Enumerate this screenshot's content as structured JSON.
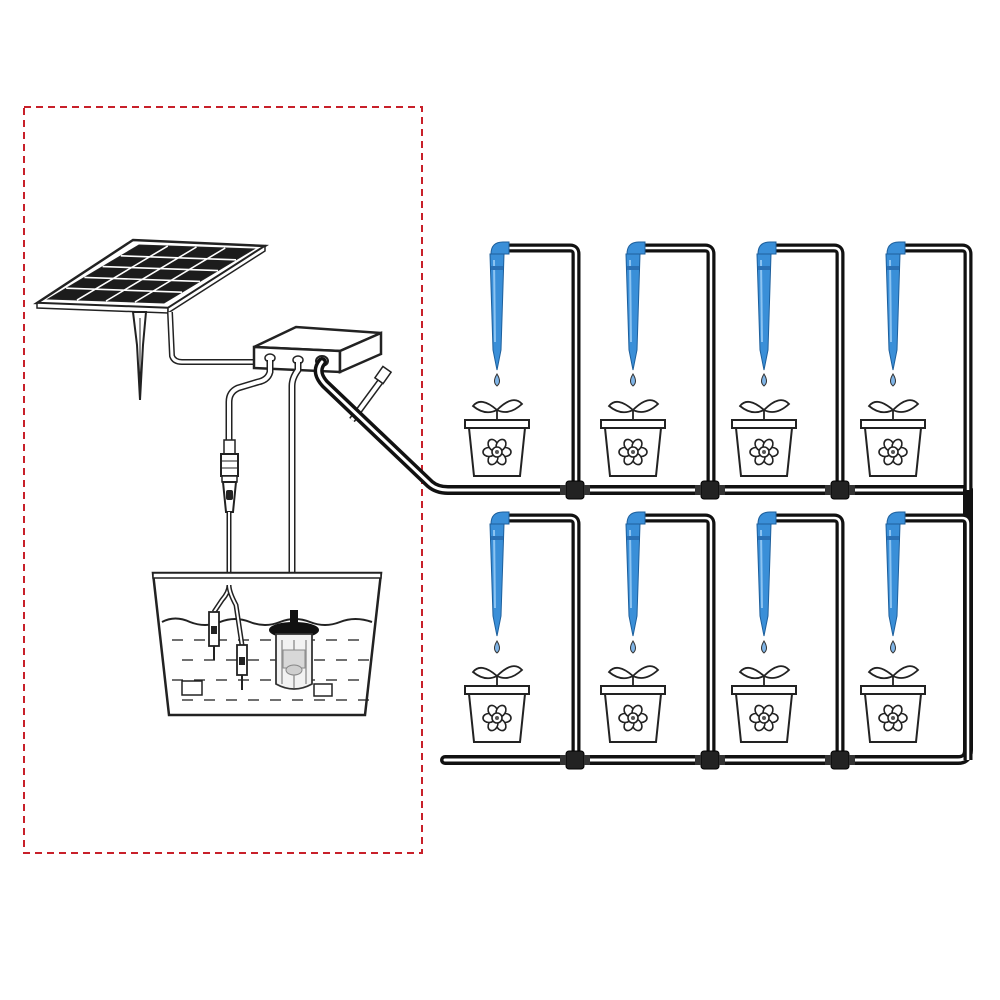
{
  "diagram": {
    "colors": {
      "background": "#ffffff",
      "outline": "#2a2a2a",
      "tube": "#111111",
      "dripper": "#3a8fd8",
      "dripper_light": "#8cc4f2",
      "water_drop": "#7fb4e6",
      "dashed_frame": "#c8202a"
    },
    "components": {
      "solar_panel": {
        "icon": "solar-panel-icon"
      },
      "controller": {
        "icon": "control-box-icon"
      },
      "pump": {
        "icon": "submersible-pump-icon"
      },
      "water_tank": {
        "icon": "water-tank-icon"
      },
      "water_sensors": {
        "icon": "water-level-sensor-icon",
        "count": 2
      }
    },
    "rows": [
      {
        "id": "upper",
        "plant_count": 4
      },
      {
        "id": "lower",
        "plant_count": 4
      }
    ],
    "plant_icon": "flower-pot-icon",
    "dripper_icon": "drip-stake-icon"
  }
}
